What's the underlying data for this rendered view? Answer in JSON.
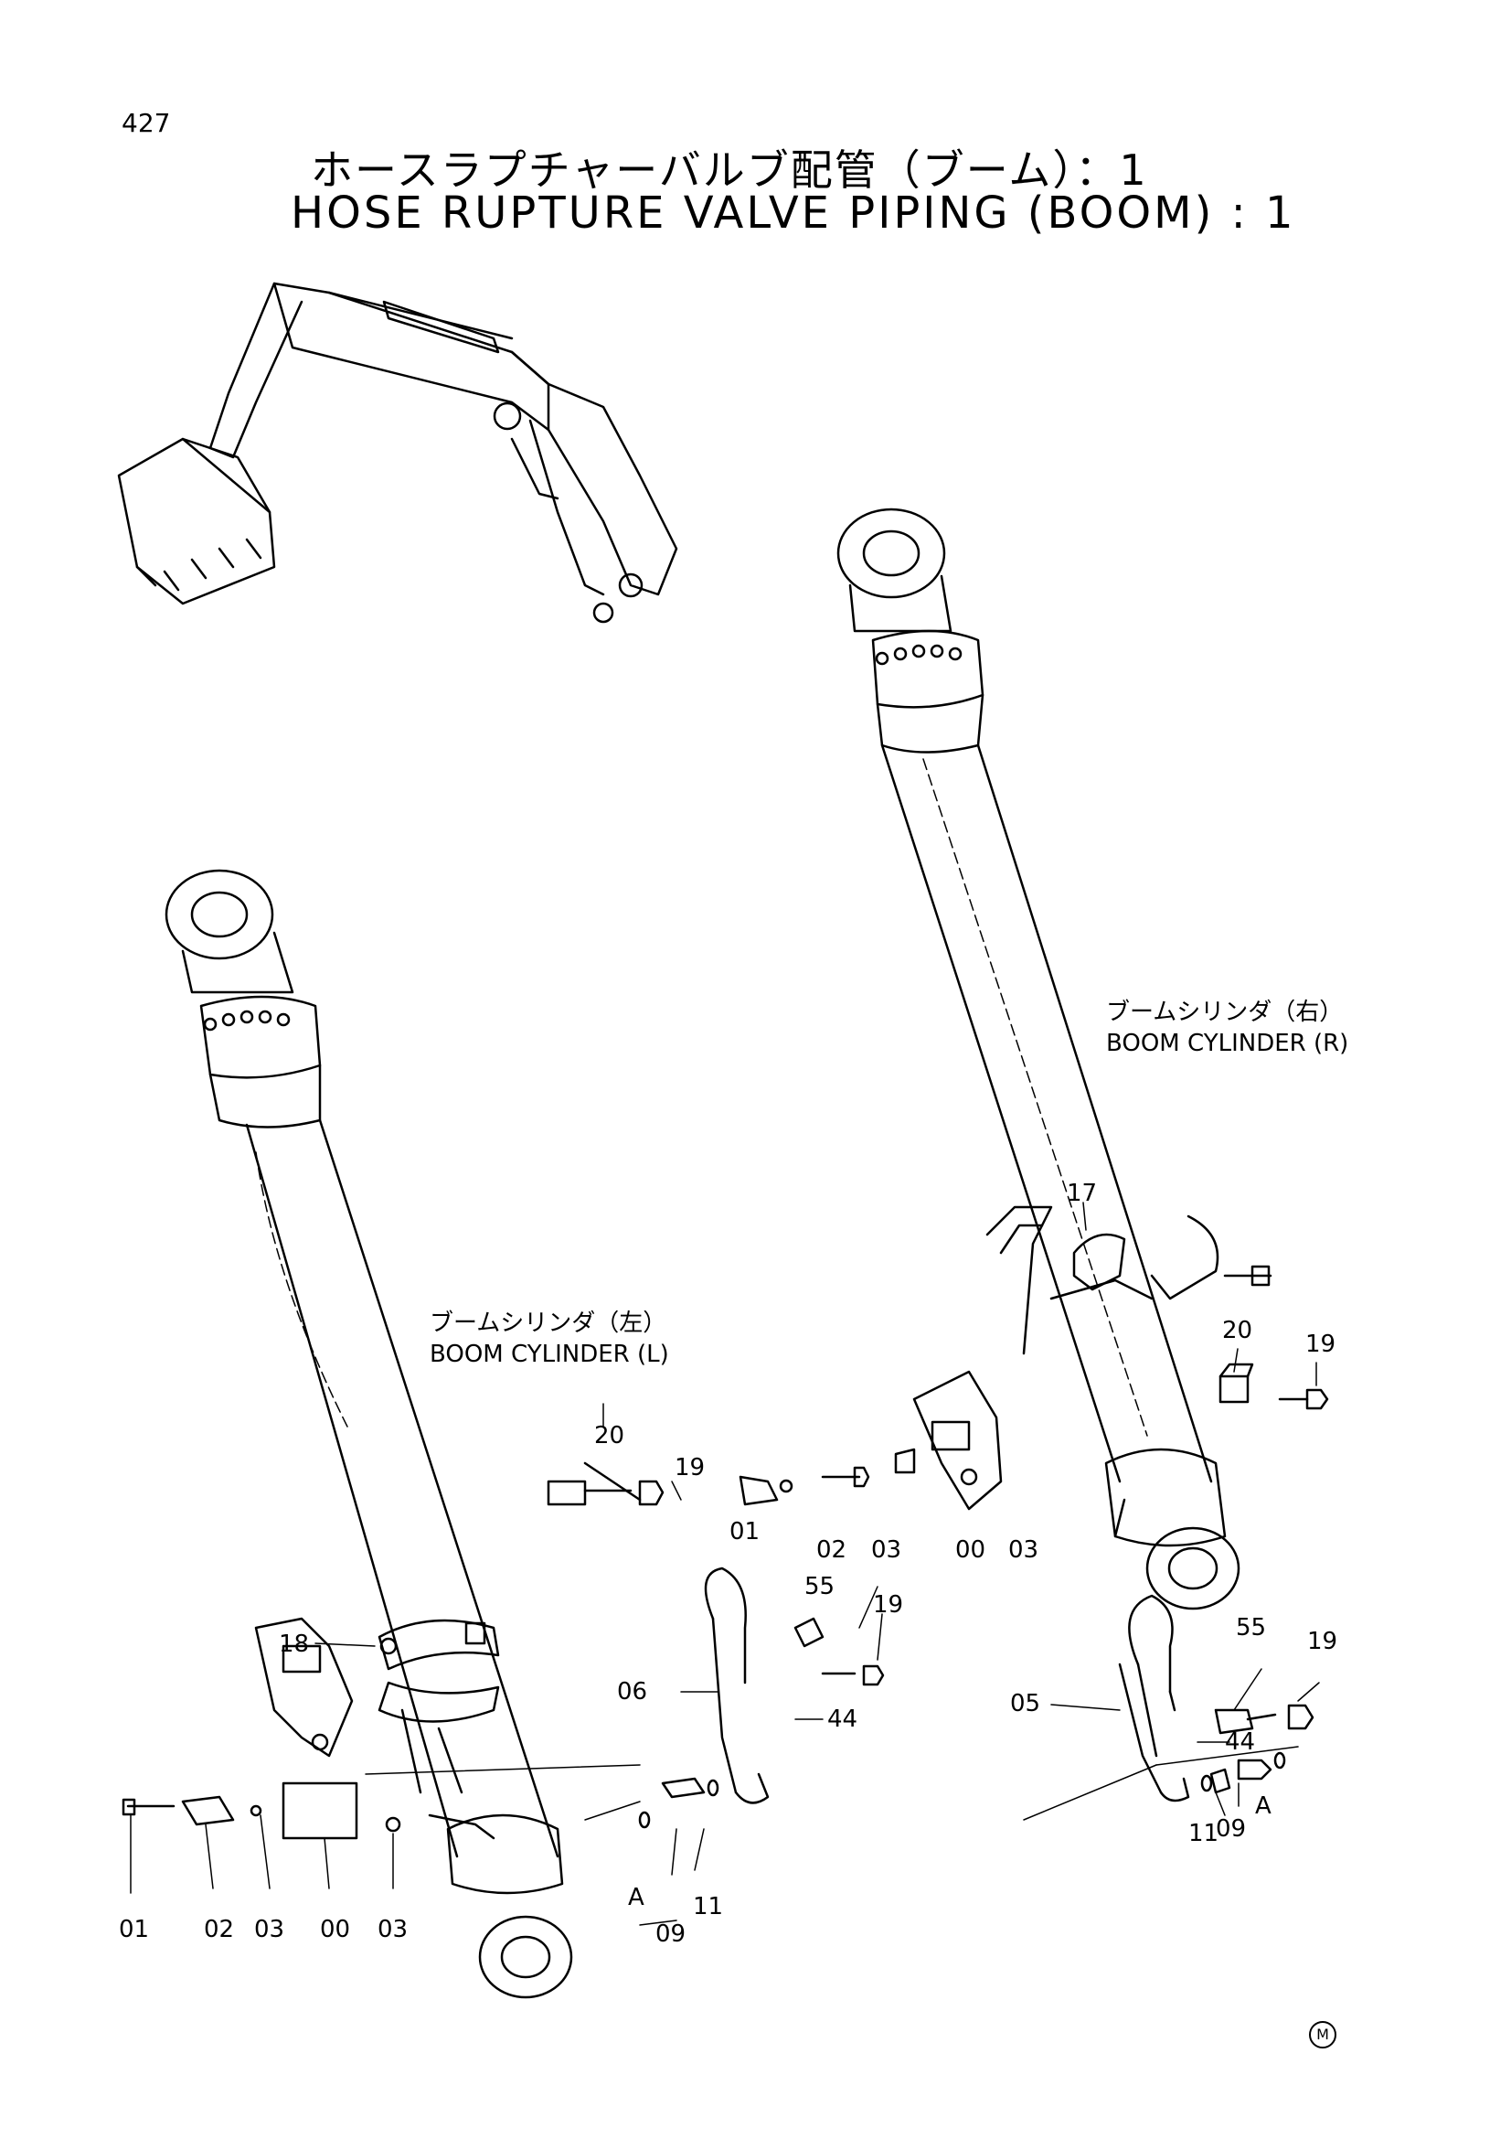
{
  "page_number": "427",
  "title_jp": "ホースラプチャーバルブ配管（ブーム）：1",
  "title_en": "HOSE RUPTURE VALVE PIPING (BOOM) : 1",
  "cylinder_right": {
    "jp": "ブームシリンダ（右）",
    "en": "BOOM CYLINDER (R)"
  },
  "cylinder_left": {
    "jp": "ブームシリンダ（左）",
    "en": "BOOM CYLINDER (L)"
  },
  "callouts": {
    "r17": "17",
    "r20": "20",
    "r19a": "19",
    "r01": "01",
    "r02": "02",
    "r03a": "03",
    "r00": "00",
    "r03b": "03",
    "r55": "55",
    "r19b": "19",
    "r05": "05",
    "r44": "44",
    "rA": "A",
    "r11": "11",
    "r09": "09",
    "l20": "20",
    "l19a": "19",
    "l18": "18",
    "l55": "55",
    "l19b": "19",
    "l06": "06",
    "l44": "44",
    "l01": "01",
    "l02": "02",
    "l03a": "03",
    "l00": "00",
    "l03b": "03",
    "lA": "A",
    "l09": "09",
    "l11": "11"
  },
  "footer_mark": "M"
}
